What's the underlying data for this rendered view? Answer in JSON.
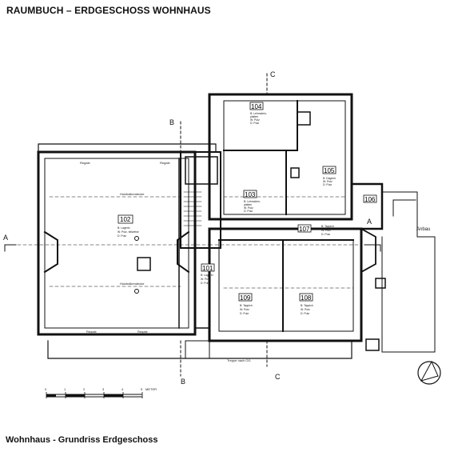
{
  "title": "RAUMBUCH – ERDGESCHOSS WOHNHAUS",
  "caption": "Wohnhaus - Grundriss Erdgeschoss",
  "section_marks": {
    "a_left": "A",
    "a_right": "A",
    "b_top": "B",
    "b_bottom": "B",
    "c_top": "C",
    "c_bottom": "C"
  },
  "anbau_label": "Anbau",
  "scale_bar": {
    "ticks": [
      "0",
      "1",
      "2",
      "3",
      "4",
      "5"
    ],
    "unit": "METER"
  },
  "rooms": [
    {
      "id": "102",
      "lines": [
        "B: Lagerin",
        "W: Putz, teilweise",
        "D: Putz"
      ]
    },
    {
      "id": "101",
      "lines": [
        "B: Lagerin",
        "W: Putz",
        "D: Putz"
      ]
    },
    {
      "id": "103",
      "lines": [
        "B: Lehmstein-",
        "platten",
        "W: Putz",
        "D: Putz"
      ]
    },
    {
      "id": "104",
      "lines": [
        "B: Lehmstein-",
        "platten",
        "W: Putz",
        "D: Putz"
      ]
    },
    {
      "id": "105",
      "lines": [
        "B: Dagenh",
        "W: Putz",
        "D: Putz"
      ]
    },
    {
      "id": "106",
      "lines": []
    },
    {
      "id": "107",
      "lines": [
        "B: Tappich",
        "W: Putz",
        "D: Putz"
      ]
    },
    {
      "id": "108",
      "lines": [
        "B: Tappich",
        "W: Putz",
        "D: Putz"
      ]
    },
    {
      "id": "109",
      "lines": [
        "B: Tappich",
        "W: Putz",
        "D: Putz"
      ]
    }
  ],
  "annotations": {
    "regale_top_1": "Regale",
    "regale_top_2": "Regale",
    "regale_bottom_1": "Regale",
    "regale_bottom_2": "Regale",
    "holzbalken_1": "Holzbalkendecke",
    "holzbalken_2": "Holzbalkendecke",
    "treppe": "Treppe nach OG"
  }
}
